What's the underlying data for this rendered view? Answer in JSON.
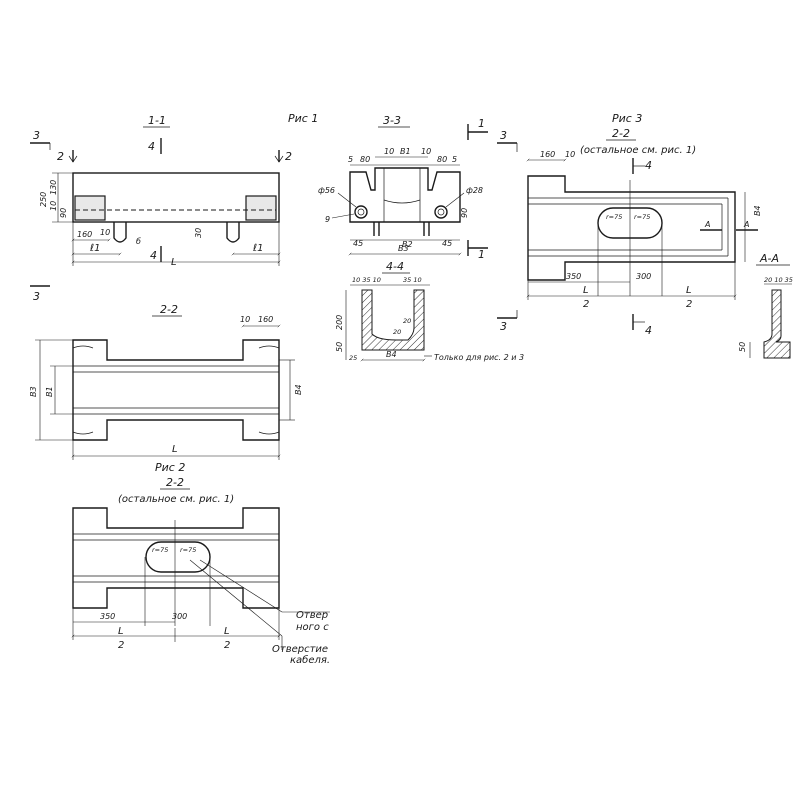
{
  "fig1": {
    "caption": "Рис 1",
    "section_1_1": "1-1",
    "cut_3": "3",
    "cut_2": "2",
    "cut_4": "4",
    "dim_250": "250",
    "dim_130": "130",
    "dim_10": "10",
    "dim_90": "90",
    "dim_160": "160",
    "dim_10b": "10",
    "dim_b": "б",
    "dim_30": "30",
    "dim_l1_left": "ℓ1",
    "dim_l1_right": "ℓ1",
    "dim_L": "L"
  },
  "fig1_plan": {
    "title": "2-2",
    "dim_10": "10",
    "dim_160": "160",
    "dim_B3": "В3",
    "dim_B1": "В1",
    "dim_B4": "В4",
    "dim_L": "L"
  },
  "section_3_3": {
    "title": "3-3",
    "cut_1": "1",
    "dim_5a": "5",
    "dim_80a": "80",
    "dim_10a": "10",
    "dim_B1": "В1",
    "dim_10b": "10",
    "dim_80b": "80",
    "dim_5b": "5",
    "dim_d56": "ф56",
    "dim_d28": "ф28",
    "dim_9": "9",
    "dim_90": "90",
    "dim_45a": "45",
    "dim_B2": "В2",
    "dim_45b": "45",
    "dim_B3": "В3"
  },
  "section_4_4": {
    "title": "4-4",
    "dim_top": "10 35 10",
    "dim_top2": "35 10",
    "dim_200": "200",
    "dim_50": "50",
    "dim_20a": "20",
    "dim_20b": "20",
    "dim_25": "25",
    "dim_B4": "В4",
    "note": "Только для рис. 2 и 3"
  },
  "fig2": {
    "caption": "Рис 2",
    "title": "2-2",
    "subtitle": "(остальное см. рис. 1)",
    "dim_r75a": "r=75",
    "dim_r75b": "r=75",
    "dim_350": "350",
    "dim_300": "300",
    "dim_half_a_top": "L",
    "dim_half_a_bot": "2",
    "dim_half_b_top": "L",
    "dim_half_b_bot": "2",
    "callout1_line1": "Отвер",
    "callout1_line2": "ного с",
    "callout2_line1": "Отверстие",
    "callout2_line2": "кабеля."
  },
  "fig3": {
    "caption": "Рис 3",
    "title": "2-2",
    "subtitle": "(остальное см. рис. 1)",
    "cut_3": "3",
    "cut_4": "4",
    "dim_160": "160",
    "dim_10": "10",
    "dim_r75a": "r=75",
    "dim_r75b": "r=75",
    "dim_350": "350",
    "dim_300": "300",
    "dim_half_a_top": "L",
    "dim_half_a_bot": "2",
    "dim_half_b_top": "L",
    "dim_half_b_bot": "2",
    "dim_B4": "В4",
    "mark_A1": "А",
    "mark_A2": "А"
  },
  "section_A_A": {
    "title": "А-А",
    "dim_top": "20 10 35",
    "dim_10": "10",
    "dim_50": "50"
  }
}
